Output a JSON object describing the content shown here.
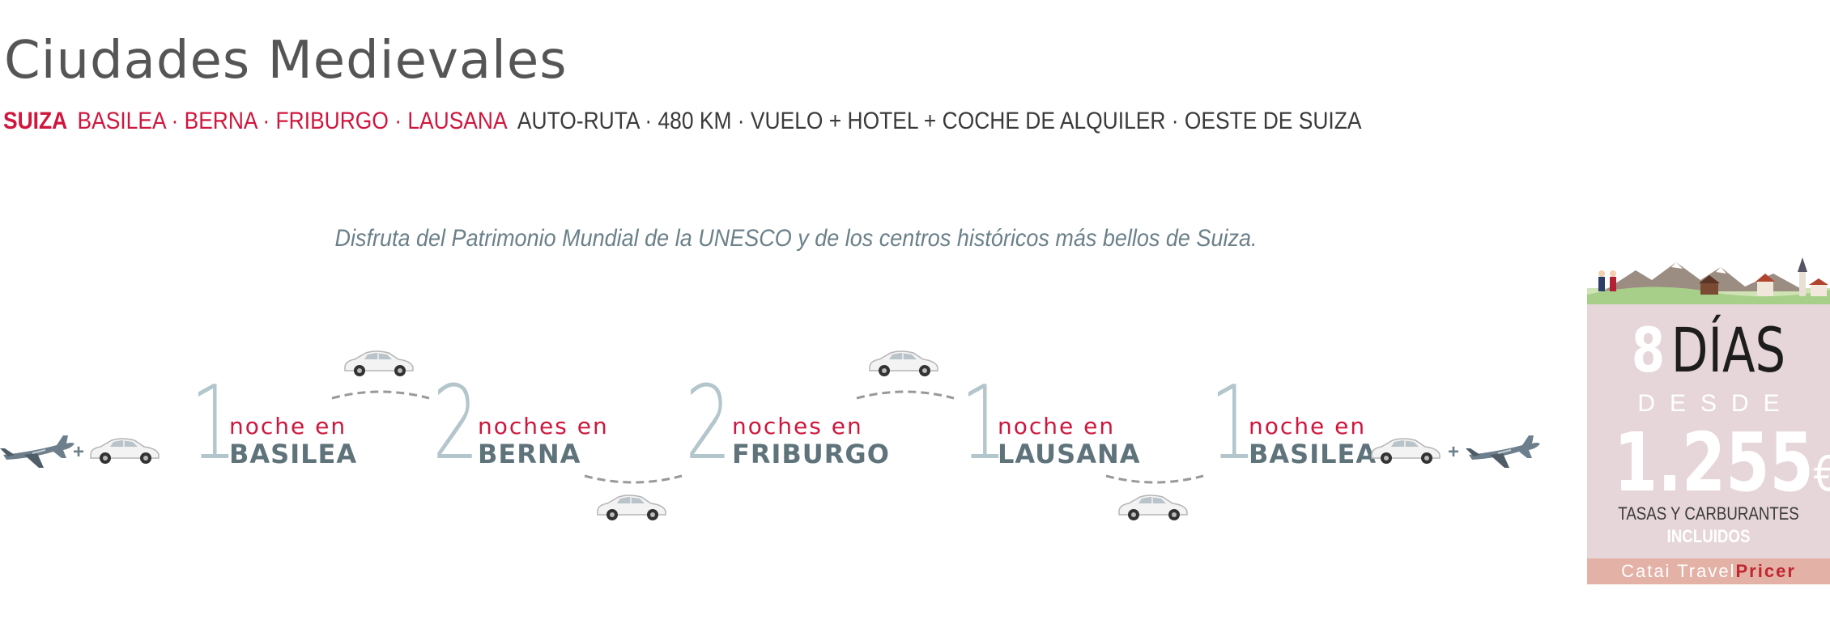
{
  "header": {
    "title": "Ciudades Medievales",
    "country": "SUIZA",
    "cities": "BASILEA · BERNA · FRIBURGO · LAUSANA",
    "route": "AUTO-RUTA · 480 KM · VUELO + HOTEL + COCHE DE ALQUILER · OESTE DE SUIZA"
  },
  "tagline": "Disfruta del Patrimonio Mundial de la UNESCO y de los centros históricos más bellos de Suiza.",
  "itinerary": {
    "plus": "+",
    "stops": [
      {
        "number": "1",
        "prefix": "noche en",
        "city": "BASILEA"
      },
      {
        "number": "2",
        "prefix": "noches en",
        "city": "BERNA"
      },
      {
        "number": "2",
        "prefix": "noches en",
        "city": "FRIBURGO"
      },
      {
        "number": "1",
        "prefix": "noche en",
        "city": "LAUSANA"
      },
      {
        "number": "1",
        "prefix": "noche en",
        "city": "BASILEA"
      }
    ]
  },
  "price_card": {
    "days_number": "8",
    "days_label": "DÍAS",
    "from_label": "DESDE",
    "price": "1.255",
    "currency": "€",
    "taxes": "TASAS Y CARBURANTES",
    "included": "INCLUIDOS",
    "brand_a": "Catai Travel",
    "brand_b": "Pricer"
  },
  "colors": {
    "accent_red": "#d0163d",
    "number_blue_grey": "#b3c6cc",
    "city_grey": "#5f737b",
    "card_bg": "#e6d6d9",
    "brand_bar": "#e3b1a6"
  }
}
